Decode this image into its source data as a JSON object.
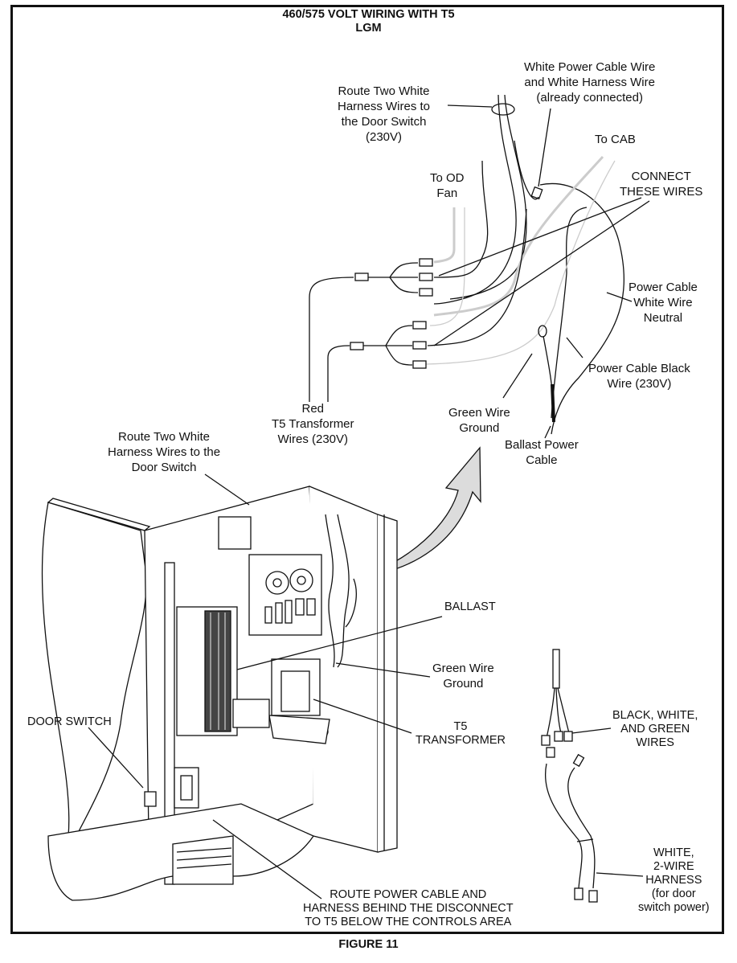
{
  "figure": {
    "title_line1": "460/575 VOLT WIRING WITH T5",
    "title_line2": "LGM",
    "caption": "FIGURE 11"
  },
  "labels": {
    "route_harness_top": [
      "Route Two White",
      "Harness Wires to",
      "the Door Switch",
      "(230V)"
    ],
    "white_power_cable": [
      "White Power Cable Wire",
      "and White Harness Wire",
      "(already connected)"
    ],
    "to_cab": [
      "To CAB"
    ],
    "to_od_fan": [
      "To OD",
      "Fan"
    ],
    "connect_these_wires": [
      "CONNECT",
      "THESE WIRES"
    ],
    "power_cable_white": [
      "Power Cable",
      "White Wire",
      "Neutral"
    ],
    "power_cable_black": [
      "Power Cable Black",
      "Wire (230V)"
    ],
    "red_t5": [
      "Red",
      "T5 Transformer",
      "Wires (230V)"
    ],
    "green_ground_top": [
      "Green Wire",
      "Ground"
    ],
    "ballast_power": [
      "Ballast Power",
      "Cable"
    ],
    "route_harness_mid": [
      "Route Two White",
      "Harness Wires to the",
      "Door Switch"
    ],
    "ballast": [
      "BALLAST"
    ],
    "green_ground_mid": [
      "Green Wire",
      "Ground"
    ],
    "t5_transformer": [
      "T5",
      "TRANSFORMER"
    ],
    "door_switch": [
      "DOOR SWITCH"
    ],
    "bwg_wires": [
      "BLACK, WHITE,",
      "AND GREEN",
      "WIRES"
    ],
    "white_harness": [
      "WHITE,",
      "2-WIRE",
      "HARNESS",
      "(for door",
      "switch power)"
    ],
    "route_power_cable": [
      "ROUTE POWER CABLE AND",
      "HARNESS BEHIND THE DISCONNECT",
      "TO T5 BELOW THE CONTROLS AREA"
    ]
  },
  "colors": {
    "line": "#111111",
    "gray_wire": "#cccccc",
    "arrow_fill": "#dcdcdc",
    "panel_fill": "#ffffff"
  }
}
